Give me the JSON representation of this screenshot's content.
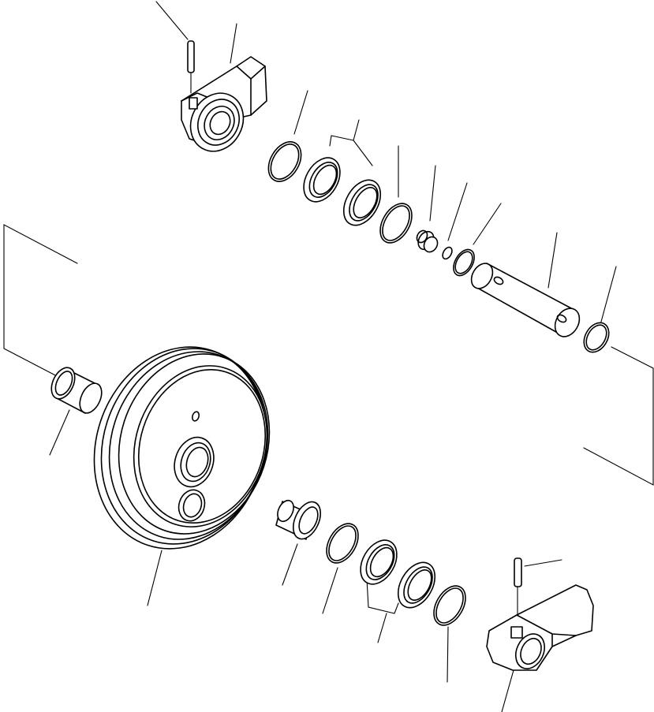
{
  "diagram": {
    "kind": "exploded-parts-view",
    "parts": [
      {
        "id": "pin-top",
        "icon": "roll-pin-icon"
      },
      {
        "id": "bracket-top",
        "icon": "support-bracket-icon"
      },
      {
        "id": "o-ring-1",
        "icon": "o-ring-icon"
      },
      {
        "id": "seal-set-top",
        "icon": "floating-seal-icon"
      },
      {
        "id": "o-ring-2",
        "icon": "o-ring-icon"
      },
      {
        "id": "plug",
        "icon": "plug-icon"
      },
      {
        "id": "small-ring",
        "icon": "ring-icon"
      },
      {
        "id": "o-ring-3",
        "icon": "o-ring-icon"
      },
      {
        "id": "shaft",
        "icon": "shaft-icon"
      },
      {
        "id": "o-ring-4",
        "icon": "o-ring-icon"
      },
      {
        "id": "bushing-left",
        "icon": "bushing-icon"
      },
      {
        "id": "idler-wheel",
        "icon": "idler-wheel-icon"
      },
      {
        "id": "bushing-right",
        "icon": "bushing-icon"
      },
      {
        "id": "o-ring-5",
        "icon": "o-ring-icon"
      },
      {
        "id": "seal-set-bottom",
        "icon": "floating-seal-icon"
      },
      {
        "id": "o-ring-6",
        "icon": "o-ring-icon"
      },
      {
        "id": "pin-bottom",
        "icon": "roll-pin-icon"
      },
      {
        "id": "bracket-bottom",
        "icon": "support-bracket-icon"
      }
    ]
  }
}
